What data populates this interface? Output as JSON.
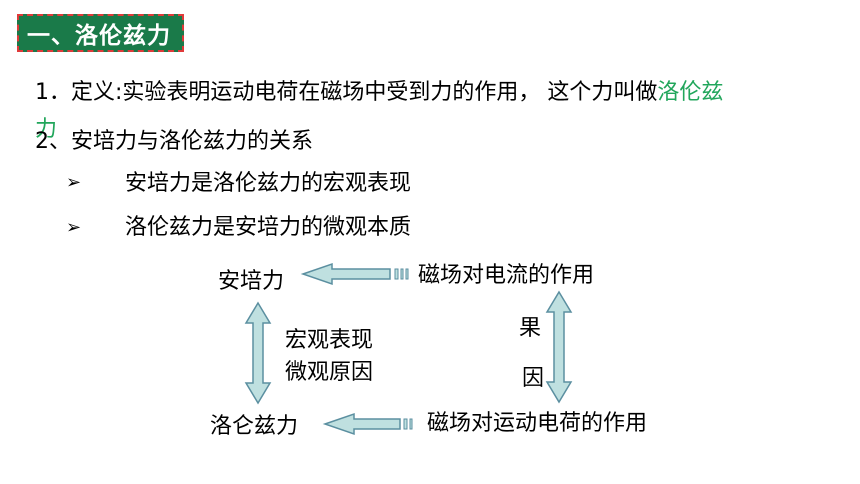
{
  "title": "一、洛伦兹力",
  "definition": {
    "prefix": "1．定义:实验表明运动电荷在磁场中受到力的作用，  这个力叫做",
    "highlight": "洛伦兹",
    "wrapped": "力"
  },
  "relation_heading": "2、安培力与洛伦兹力的关系",
  "bullets": [
    {
      "marker": "➢",
      "text": "安培力是洛伦兹力的宏观表现"
    },
    {
      "marker": "➢",
      "text": "洛伦兹力是安培力的微观本质"
    }
  ],
  "diagram": {
    "top_left": "安培力",
    "top_right": "磁场对电流的作用",
    "bottom_left": "洛仑兹力",
    "bottom_right": "磁场对运动电荷的作用",
    "left_label_1": "宏观表现",
    "left_label_2": "微观原因",
    "right_label_top": "果",
    "right_label_bottom": "因"
  },
  "colors": {
    "title_bg": "#1a7a49",
    "title_border": "#e03a3a",
    "highlight": "#21a65b",
    "arrow_fill": "#bfe0e0",
    "arrow_stroke": "#5b8fa0"
  }
}
